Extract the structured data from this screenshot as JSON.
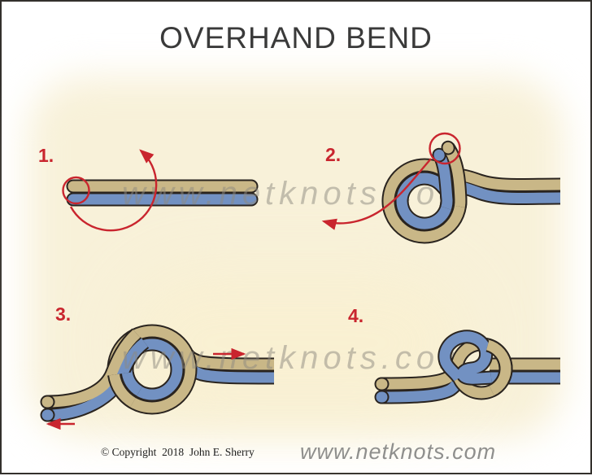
{
  "title": "OVERHAND BEND",
  "steps": [
    {
      "number": "1."
    },
    {
      "number": "2."
    },
    {
      "number": "3."
    },
    {
      "number": "4."
    }
  ],
  "watermark": {
    "text": "www.netknots.com"
  },
  "footer": {
    "copyright": "© Copyright  2018  John E. Sherry",
    "website": "www.netknots.com"
  },
  "icons": {
    "rotation_arrow": "curved-red-arrow",
    "direction_arrow_right": "straight-red-arrow-right",
    "direction_arrow_left": "straight-red-arrow-left",
    "highlight_circle": "red-circle-outline"
  },
  "colors": {
    "rope_tan": "#c9b787",
    "rope_blue": "#7291c2",
    "rope_outline": "#2a241f",
    "annotation_red": "#c9252e",
    "background_cream": "#f8f1d9",
    "watermark_gray": "#8e8a80",
    "title_gray": "#3a3a3a",
    "footer_gray": "#8f8f8d"
  }
}
